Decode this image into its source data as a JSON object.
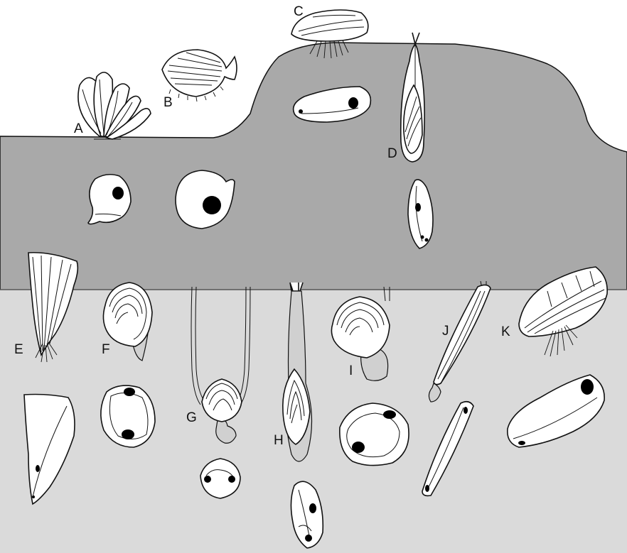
{
  "labels": {
    "a": "A",
    "b": "B",
    "c": "C",
    "d": "D",
    "e": "E",
    "f": "F",
    "g": "G",
    "h": "H",
    "i": "I",
    "j": "J",
    "k": "K"
  },
  "colors": {
    "upper_zone": "#a9a9a9",
    "lower_zone": "#dadada",
    "outline": "#111111",
    "shell_fill": "#ffffff"
  }
}
